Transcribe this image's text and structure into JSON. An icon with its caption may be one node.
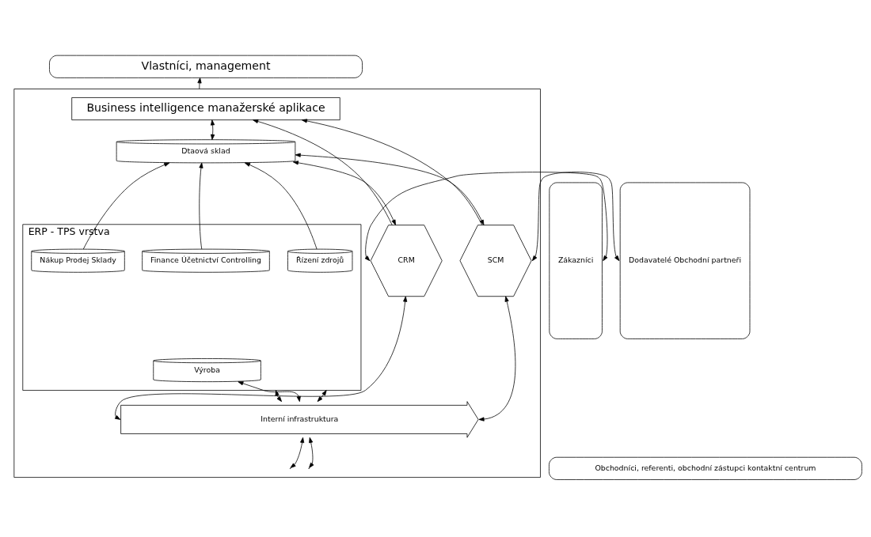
{
  "diagram": {
    "nodes": [
      {
        "text": [
          "Vlastníci, management"
        ]
      },
      {
        "text": [
          "Zákazníci"
        ]
      },
      {
        "text": [
          "Dodavatelé Obchodní partneři"
        ]
      },
      {
        "text": [],
        "shape": "box"
      },
      {
        "text": [
          "Business intelligence manažerské aplikace"
        ],
        "in": 3
      },
      {
        "text": [
          "Dtaová sklad"
        ],
        "in": 3
      },
      {
        "text": [
          "CRM"
        ],
        "in": 3
      },
      {
        "text": [
          "ERP - TPS vrstva"
        ],
        "in": 3
      },
      {
        "text": [
          "Nákup Prodej Sklady"
        ],
        "in": 7
      },
      {
        "text": [
          "Finance Účetnictví Controlling"
        ],
        "in": 7
      },
      {
        "text": [
          "Řízení zdrojů"
        ],
        "in": 7
      },
      {
        "text": [
          "Výroba"
        ],
        "in": 7
      },
      {
        "text": [
          "SCM"
        ],
        "in": 3
      },
      {
        "text": [
          "Interní infrastruktura"
        ],
        "in": 3
      },
      {
        "text": [
          "Obchodníci, referenti, obchodní zástupci kontaktní centrum"
        ]
      }
    ],
    "edges": [
      {
        "from": 3,
        "to": 0,
        "arrow": "to"
      },
      {
        "from": 5,
        "to": 4,
        "arrow": "both"
      },
      {
        "from": 6,
        "to": 4,
        "arrow": "to"
      },
      {
        "from": 12,
        "to": 4,
        "arrow": "to"
      },
      {
        "from": 6,
        "to": 5,
        "arrow": "both"
      },
      {
        "from": 12,
        "to": 5,
        "arrow": "both"
      },
      {
        "from": 8,
        "to": 5,
        "arrow": "to"
      },
      {
        "from": 9,
        "to": 5,
        "arrow": "to"
      },
      {
        "from": 10,
        "to": 5,
        "arrow": "to"
      },
      {
        "from": 1,
        "to": 6,
        "arrow": "both"
      },
      {
        "from": 12,
        "to": 2,
        "arrow": "both"
      },
      {
        "from": 7,
        "to": 13,
        "arrow": "both"
      },
      {
        "from": 11,
        "to": 13,
        "arrow": "both"
      },
      {
        "from": 7,
        "to": 13,
        "arrow": "both"
      },
      {
        "from": 6,
        "to": 13,
        "arrow": "both"
      },
      {
        "from": 12,
        "to": 13,
        "arrow": "both"
      },
      {
        "from": 13,
        "to": null,
        "arrow": "both"
      },
      {
        "from": 13,
        "to": null,
        "arrow": "both"
      }
    ]
  }
}
